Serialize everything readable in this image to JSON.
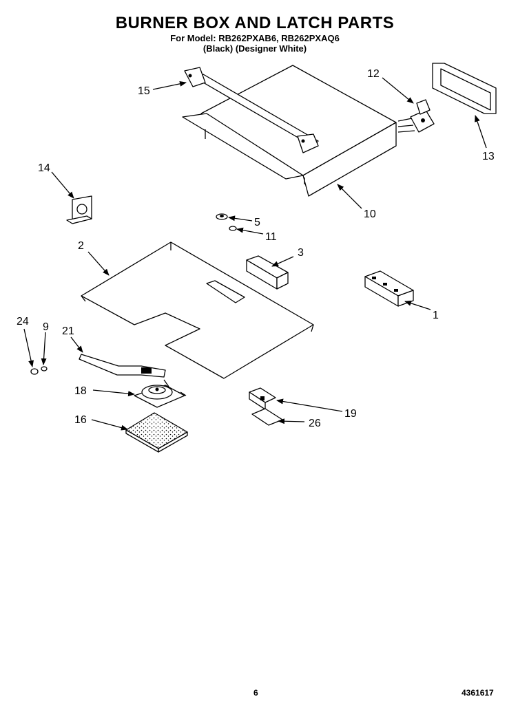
{
  "header": {
    "title": "BURNER BOX AND LATCH PARTS",
    "models": "For Model: RB262PXAB6, RB262PXAQ6",
    "colors": "(Black)    (Designer White)"
  },
  "callouts": {
    "c1": "1",
    "c2": "2",
    "c3": "3",
    "c5": "5",
    "c9": "9",
    "c10": "10",
    "c11": "11",
    "c12": "12",
    "c13": "13",
    "c14": "14",
    "c15": "15",
    "c16": "16",
    "c18": "18",
    "c19": "19",
    "c21": "21",
    "c24": "24",
    "c26": "26"
  },
  "footer": {
    "page_number": "6",
    "doc_number": "4361617"
  }
}
